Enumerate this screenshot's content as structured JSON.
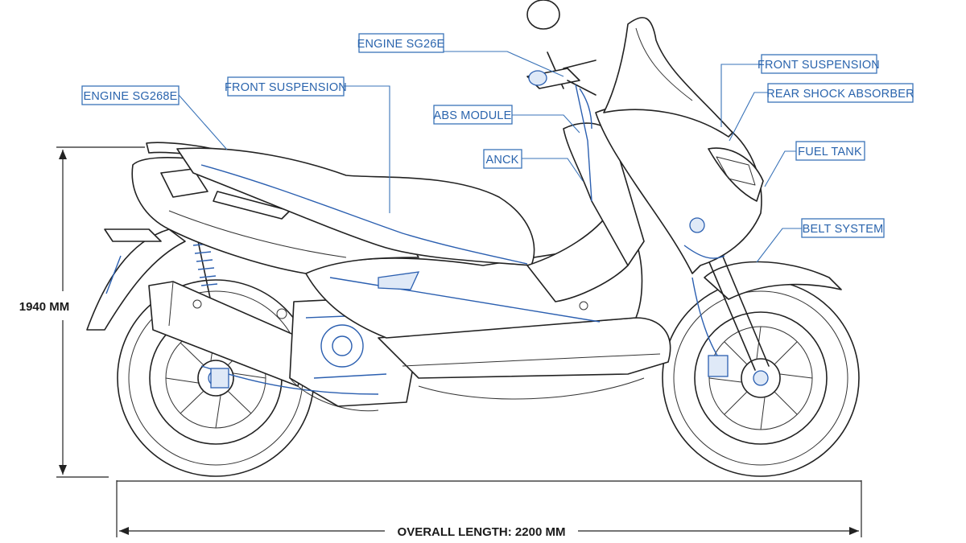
{
  "labels": [
    {
      "id": "engine-sg26e",
      "text": "ENGINE SG26E"
    },
    {
      "id": "engine-sg268e",
      "text": "ENGINE SG268E"
    },
    {
      "id": "front-suspension-left",
      "text": "FRONT SUSPENSION"
    },
    {
      "id": "abs-module",
      "text": "ABS MODULE"
    },
    {
      "id": "anck",
      "text": "ANCK"
    },
    {
      "id": "front-suspension-right",
      "text": "FRONT SUSPENSION"
    },
    {
      "id": "rear-shock-absorber",
      "text": "REAR SHOCK ABSORBER"
    },
    {
      "id": "fuel-tank",
      "text": "FUEL TANK"
    },
    {
      "id": "belt-system",
      "text": "BELT SYSTEM"
    }
  ],
  "dimensions": {
    "height": "1940 MM",
    "overall_length": "OVERALL LENGTH: 2200 MM"
  },
  "colors": {
    "label_blue": "#2a64ad",
    "detail_blue": "#2b5fb0",
    "line_ink": "#222222"
  }
}
